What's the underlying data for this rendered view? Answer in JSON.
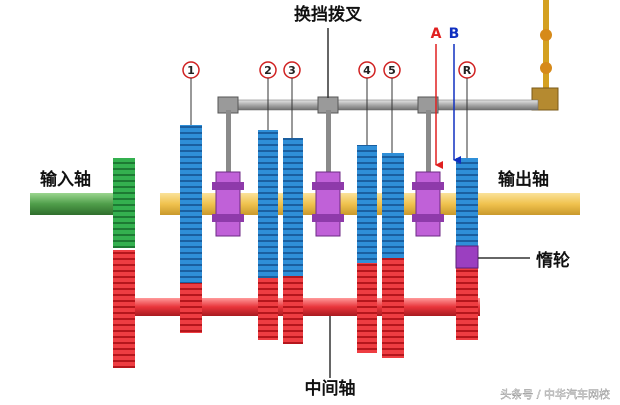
{
  "labels": {
    "shift_fork": "换挡拨叉",
    "input_shaft": "输入轴",
    "output_shaft": "输出轴",
    "idler_gear": "惰轮",
    "countershaft": "中间轴"
  },
  "gear_markers": [
    "1",
    "2",
    "3",
    "4",
    "5",
    "R"
  ],
  "arrows": {
    "a": "A",
    "b": "B"
  },
  "watermark": "头条号 / 中华汽车网校",
  "colors": {
    "blue_gear": "#2f8fd8",
    "red_gear": "#e8343a",
    "green_gear": "#2ea84a",
    "purple_sync": "#b04fc8",
    "output_shaft": "#f2c95a",
    "input_shaft": "#5aa65a",
    "arrow_a": "#e02020",
    "arrow_b": "#1030c0",
    "linkage": "#d4a020"
  }
}
